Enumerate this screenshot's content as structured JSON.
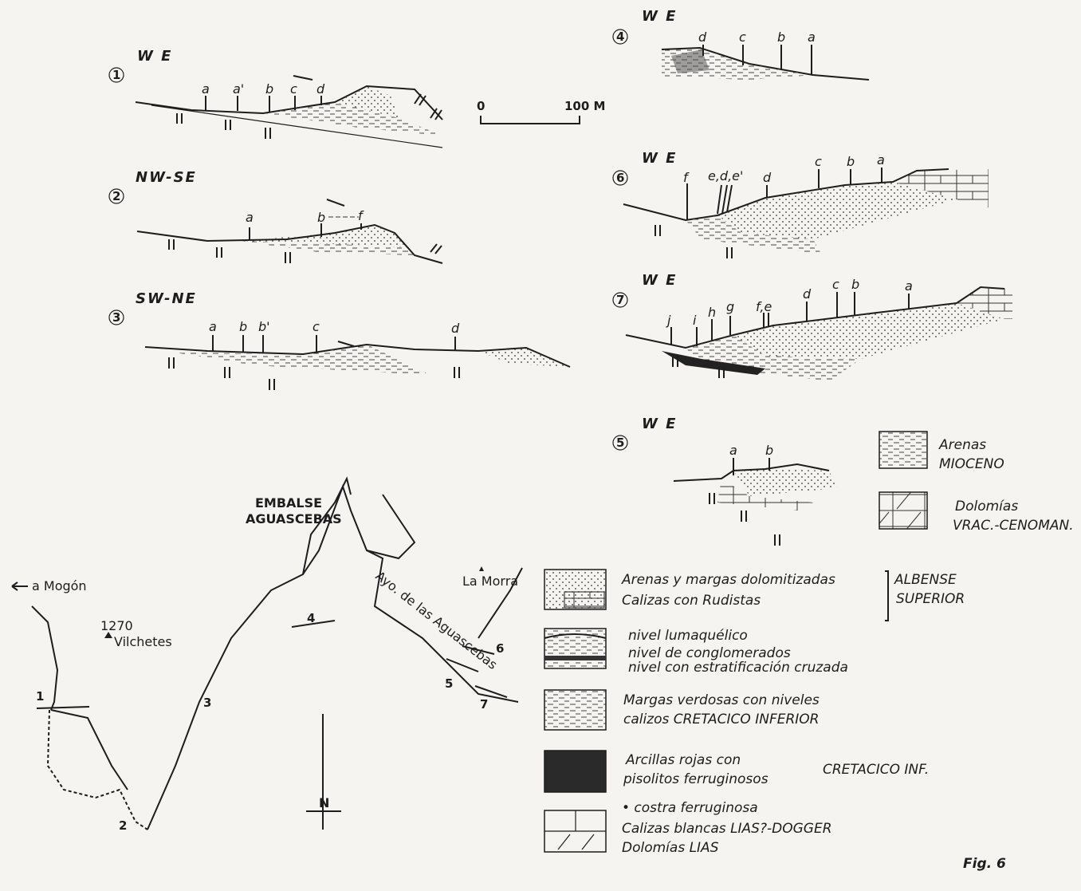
{
  "figure_label": "Fig. 6",
  "scale_bar": {
    "start": "0",
    "end": "100 M"
  },
  "sections": [
    {
      "number": "1",
      "orientation": "W E",
      "labels": [
        "a",
        "a'",
        "b",
        "c",
        "d"
      ]
    },
    {
      "number": "2",
      "orientation": "NW-SE",
      "labels": [
        "a",
        "b",
        "f"
      ]
    },
    {
      "number": "3",
      "orientation": "SW-NE",
      "labels": [
        "a",
        "b",
        "b'",
        "c",
        "d"
      ]
    },
    {
      "number": "4",
      "orientation": "W E",
      "labels": [
        "d",
        "c",
        "b",
        "a"
      ]
    },
    {
      "number": "5",
      "orientation": "W E",
      "labels": [
        "a",
        "b"
      ]
    },
    {
      "number": "6",
      "orientation": "W E",
      "labels": [
        "f",
        "e,d,e'",
        "d",
        "c",
        "b",
        "a"
      ]
    },
    {
      "number": "7",
      "orientation": "W E",
      "labels": [
        "j",
        "i",
        "h",
        "g",
        "f,e",
        "d",
        "c",
        "b",
        "a"
      ]
    }
  ],
  "map": {
    "reservoir": [
      "EMBALSE",
      "AGUASCEBAS"
    ],
    "direction_label": "a Mogón",
    "peak_elevation": "1270",
    "peak_name": "Vilchetes",
    "hill_name": "La Morra",
    "stream": "Ayo. de las Aguascebas",
    "north": "N",
    "section_markers": [
      "1",
      "2",
      "3",
      "4",
      "5",
      "6",
      "7"
    ]
  },
  "legend": [
    {
      "key": "arenas-mioceno",
      "lines": [
        "Arenas",
        "MIOCENO"
      ]
    },
    {
      "key": "dolomias-vrac",
      "lines": [
        "Dolomías",
        "VRAC.-CENOMAN."
      ]
    },
    {
      "key": "arenas-margas",
      "lines": [
        "Arenas y margas dolomitizadas",
        "Calizas con Rudistas"
      ],
      "age": [
        "ALBENSE",
        "SUPERIOR"
      ]
    },
    {
      "key": "niveles",
      "lines": [
        "nivel lumaquélico",
        "nivel de conglomerados",
        "nivel con estratificación cruzada"
      ]
    },
    {
      "key": "margas-verdosas",
      "lines": [
        "Margas verdosas con niveles",
        "calizos CRETACICO INFERIOR"
      ]
    },
    {
      "key": "arcillas-rojas",
      "lines": [
        "Arcillas rojas con",
        "pisolitos ferruginosos"
      ],
      "age": [
        "CRETACICO INF."
      ]
    },
    {
      "key": "calizas-dolomias",
      "lines": [
        "• costra ferruginosa",
        "Calizas blancas LIAS?-DOGGER",
        "Dolomías LIAS"
      ]
    }
  ]
}
